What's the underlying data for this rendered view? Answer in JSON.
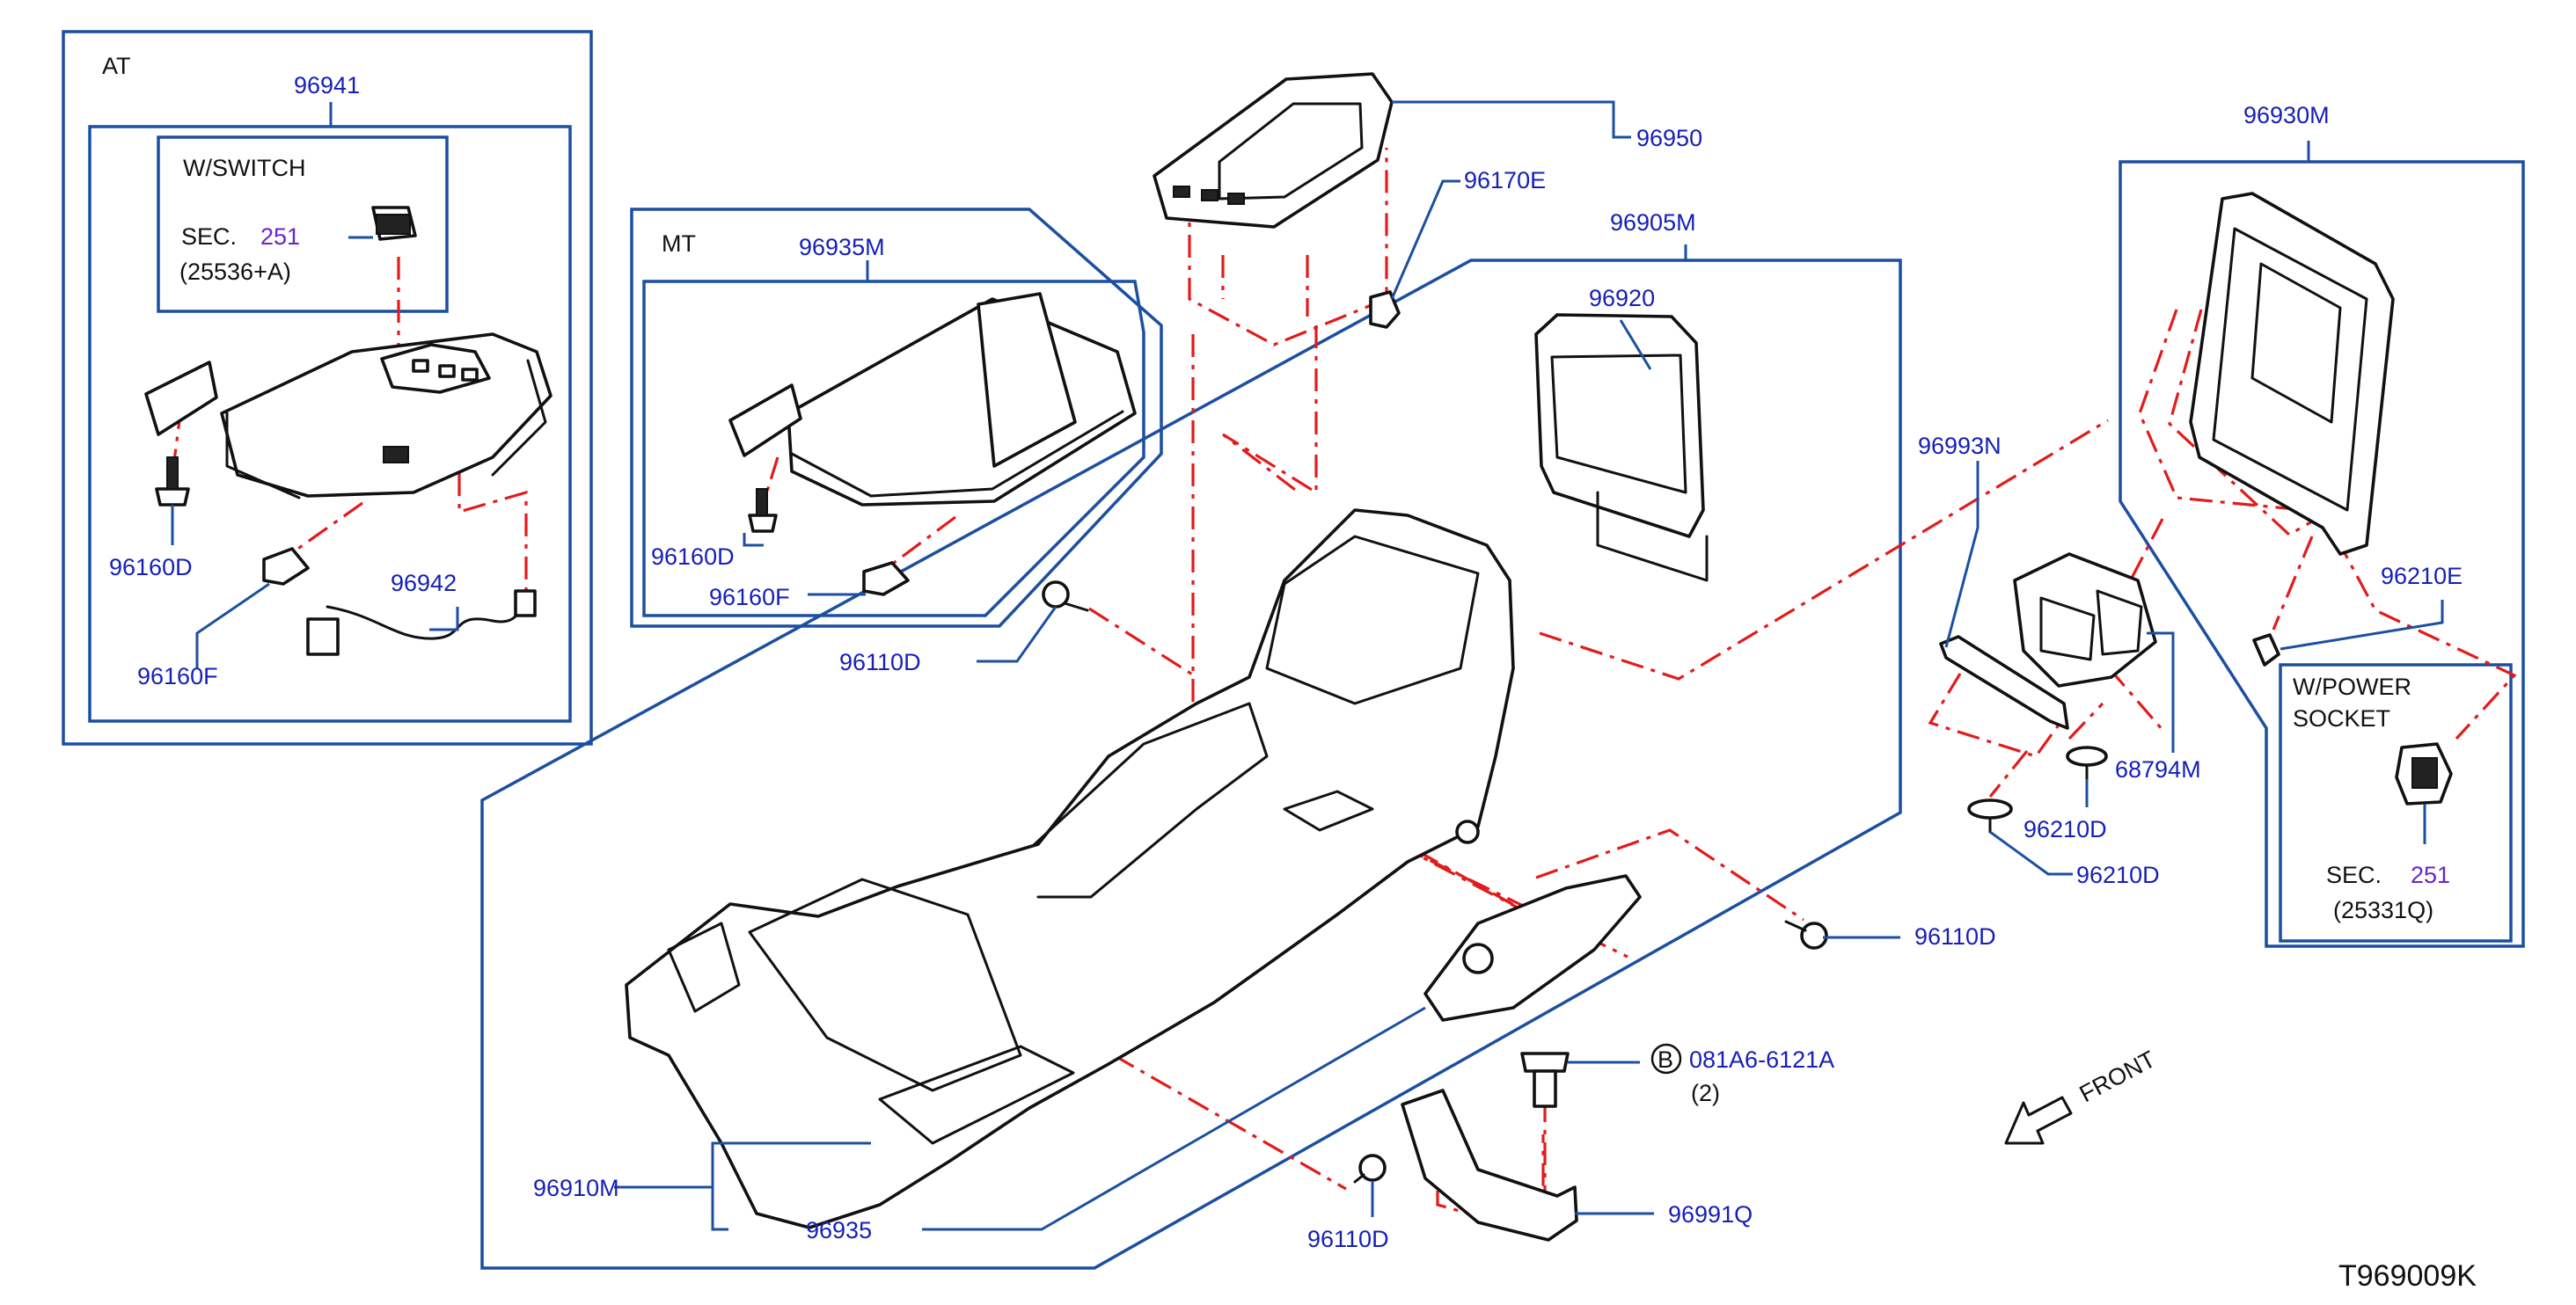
{
  "diagram": {
    "code": "T969009K",
    "groups": {
      "at": "AT",
      "mt": "MT",
      "w_switch": "W/SWITCH",
      "w_power_socket_1": "W/POWER",
      "w_power_socket_2": "SOCKET"
    },
    "sections": {
      "switch": {
        "prefix": "SEC.",
        "number": "251",
        "ref": "(25536+A)"
      },
      "power_socket": {
        "prefix": "SEC.",
        "number": "251",
        "ref": "(25331Q)"
      }
    },
    "bolt_note": {
      "marker": "B",
      "part": "081A6-6121A",
      "qty": "(2)"
    },
    "front_label": "FRONT",
    "parts": {
      "p96941": "96941",
      "p96160D_at": "96160D",
      "p96160F_at": "96160F",
      "p96942": "96942",
      "p96935M": "96935M",
      "p96160D_mt": "96160D",
      "p96160F_mt": "96160F",
      "p96950": "96950",
      "p96170E": "96170E",
      "p96905M": "96905M",
      "p96920": "96920",
      "p96110D_a": "96110D",
      "p96110D_b": "96110D",
      "p96110D_c": "96110D",
      "p96910M": "96910M",
      "p96935": "96935",
      "p96991Q": "96991Q",
      "p96930M": "96930M",
      "p96993N": "96993N",
      "p96210E": "96210E",
      "p68794M": "68794M",
      "p96210D_a": "96210D",
      "p96210D_b": "96210D"
    }
  }
}
